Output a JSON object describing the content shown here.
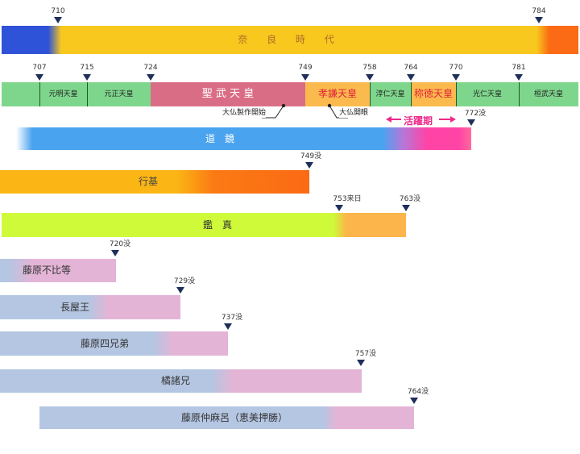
{
  "era": {
    "label": "奈 良 時 代",
    "start": 710,
    "end": 784
  },
  "emperors": [
    {
      "name": "元明天皇",
      "start": 707,
      "end": 715,
      "color": "#7ed68c",
      "size": "s"
    },
    {
      "name": "元正天皇",
      "start": 715,
      "end": 724,
      "color": "#7ed68c",
      "size": "s"
    },
    {
      "name": "聖 武 天 皇",
      "start": 724,
      "end": 749,
      "color": "#da6d86",
      "size": "l",
      "text_color": "#ffffff"
    },
    {
      "name": "孝謙天皇",
      "start": 749,
      "end": 758,
      "color": "#fbba4e",
      "size": "l",
      "text_color": "#e0203a"
    },
    {
      "name": "淳仁天皇",
      "start": 758,
      "end": 764,
      "color": "#7ed68c",
      "size": "s"
    },
    {
      "name": "称徳天皇",
      "start": 764,
      "end": 770,
      "color": "#fbba4e",
      "size": "l",
      "text_color": "#e0203a"
    },
    {
      "name": "光仁天皇",
      "start": 770,
      "end": 781,
      "color": "#7ed68c",
      "size": "s"
    },
    {
      "name": "桓武天皇",
      "start": 781,
      "end": 786,
      "color": "#7ed68c",
      "size": "s"
    }
  ],
  "emperor_ticks": [
    "707",
    "715",
    "724",
    "749",
    "758",
    "764",
    "770",
    "781"
  ],
  "notes": {
    "daibutsu_start": "大仏製作開始",
    "daibutsu_open": "大仏開眼",
    "active_period": "活躍期"
  },
  "people": [
    {
      "name": "道　鏡",
      "end_label": "772没",
      "end": 772,
      "colors": [
        "#4aa3ef",
        "#ff44a6"
      ]
    },
    {
      "name": "行基",
      "end_label": "749没",
      "end": 749,
      "colors": [
        "#fbb514",
        "#fb6a14"
      ]
    },
    {
      "name": "鑑　真",
      "end_label": "763没",
      "mid_label": "753来日",
      "end": 763,
      "colors": [
        "#cefa3a",
        "#fbb54a"
      ]
    },
    {
      "name": "藤原不比等",
      "end_label": "720没",
      "end": 720,
      "colors": [
        "#b4c6e2",
        "#e4b4d6"
      ]
    },
    {
      "name": "長屋王",
      "end_label": "729没",
      "end": 729,
      "colors": [
        "#b4c6e2",
        "#e4b4d6"
      ]
    },
    {
      "name": "藤原四兄弟",
      "end_label": "737没",
      "end": 737,
      "colors": [
        "#b4c6e2",
        "#e4b4d6"
      ]
    },
    {
      "name": "橘諸兄",
      "end_label": "757没",
      "end": 757,
      "colors": [
        "#b4c6e2",
        "#e4b4d6"
      ]
    },
    {
      "name": "藤原仲麻呂（恵美押勝）",
      "end_label": "764没",
      "end": 764,
      "colors": [
        "#b4c6e2",
        "#e4b4d6"
      ]
    }
  ]
}
